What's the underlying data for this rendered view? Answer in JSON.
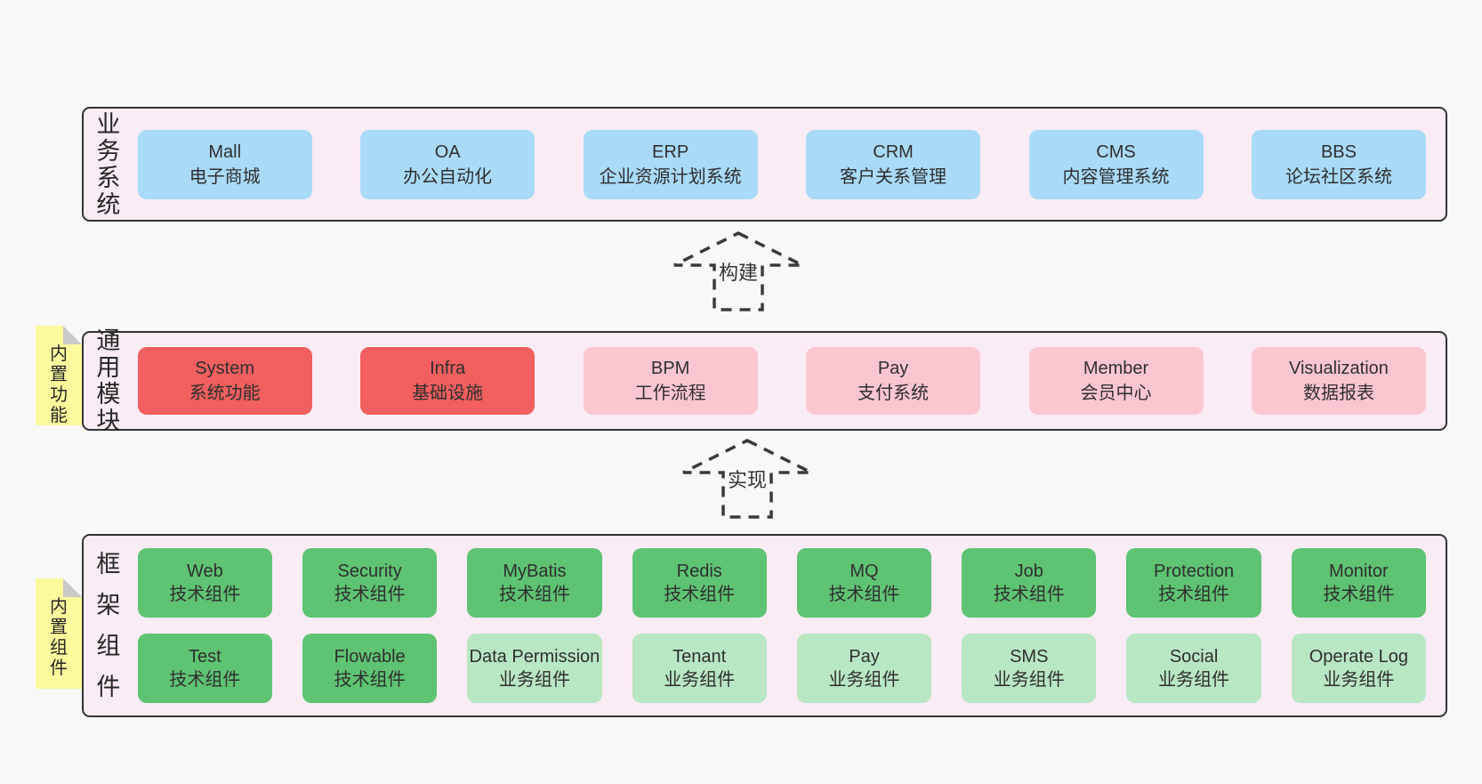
{
  "page_background": "#f8f8f8",
  "colors": {
    "page-bg": "#f8f8f8",
    "panel-bg": "#f9ecf5",
    "sticky-bg": "#fbfa9d",
    "fold-gray": "#c9c9c9",
    "border-dark": "#333333",
    "blue": "#a9daf8",
    "red": "#f25f5f",
    "pink": "#fcc6d1",
    "green": "#5ec373",
    "lightgreen": "#b9e6c3"
  },
  "arrows": [
    {
      "label": "构建"
    },
    {
      "label": "实现"
    }
  ],
  "sections": {
    "business": {
      "label": "业务系统",
      "boxes": [
        {
          "name": "Mall",
          "desc": "电子商城",
          "variant": "blue"
        },
        {
          "name": "OA",
          "desc": "办公自动化",
          "variant": "blue"
        },
        {
          "name": "ERP",
          "desc": "企业资源计划系统",
          "variant": "blue"
        },
        {
          "name": "CRM",
          "desc": "客户关系管理",
          "variant": "blue"
        },
        {
          "name": "CMS",
          "desc": "内容管理系统",
          "variant": "blue"
        },
        {
          "name": "BBS",
          "desc": "论坛社区系统",
          "variant": "blue"
        }
      ]
    },
    "modules": {
      "label": "通用模块",
      "note": "内置功能",
      "boxes": [
        {
          "name": "System",
          "desc": "系统功能",
          "variant": "red"
        },
        {
          "name": "Infra",
          "desc": "基础设施",
          "variant": "red"
        },
        {
          "name": "BPM",
          "desc": "工作流程",
          "variant": "pink"
        },
        {
          "name": "Pay",
          "desc": "支付系统",
          "variant": "pink"
        },
        {
          "name": "Member",
          "desc": "会员中心",
          "variant": "pink"
        },
        {
          "name": "Visualization",
          "desc": "数据报表",
          "variant": "pink"
        }
      ]
    },
    "framework": {
      "label": "框架组件",
      "note": "内置组件",
      "boxes": [
        {
          "name": "Web",
          "desc": "技术组件",
          "variant": "green"
        },
        {
          "name": "Security",
          "desc": "技术组件",
          "variant": "green"
        },
        {
          "name": "MyBatis",
          "desc": "技术组件",
          "variant": "green"
        },
        {
          "name": "Redis",
          "desc": "技术组件",
          "variant": "green"
        },
        {
          "name": "MQ",
          "desc": "技术组件",
          "variant": "green"
        },
        {
          "name": "Job",
          "desc": "技术组件",
          "variant": "green"
        },
        {
          "name": "Protection",
          "desc": "技术组件",
          "variant": "green"
        },
        {
          "name": "Monitor",
          "desc": "技术组件",
          "variant": "green"
        },
        {
          "name": "Test",
          "desc": "技术组件",
          "variant": "green"
        },
        {
          "name": "Flowable",
          "desc": "技术组件",
          "variant": "green"
        },
        {
          "name": "Data Permission",
          "desc": "业务组件",
          "variant": "lightgreen"
        },
        {
          "name": "Tenant",
          "desc": "业务组件",
          "variant": "lightgreen"
        },
        {
          "name": "Pay",
          "desc": "业务组件",
          "variant": "lightgreen"
        },
        {
          "name": "SMS",
          "desc": "业务组件",
          "variant": "lightgreen"
        },
        {
          "name": "Social",
          "desc": "业务组件",
          "variant": "lightgreen"
        },
        {
          "name": "Operate Log",
          "desc": "业务组件",
          "variant": "lightgreen"
        }
      ]
    }
  }
}
